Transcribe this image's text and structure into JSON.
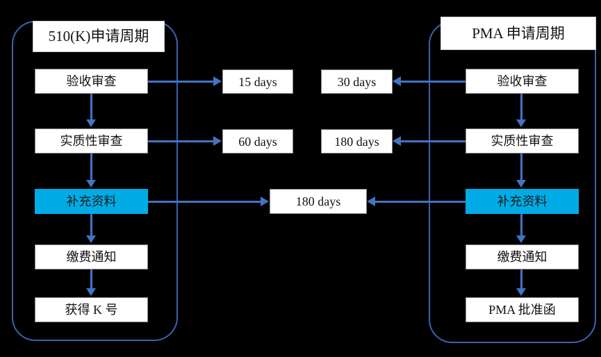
{
  "diagram": {
    "title_left": "510(K)申请周期",
    "title_right": "PMA 申请周期",
    "left_flow": [
      {
        "label": "验收审查",
        "highlight": false
      },
      {
        "label": "实质性审查",
        "highlight": false
      },
      {
        "label": "补充资料",
        "highlight": true
      },
      {
        "label": "缴费通知",
        "highlight": false
      },
      {
        "label": "获得 K 号",
        "highlight": false
      }
    ],
    "right_flow": [
      {
        "label": "验收审查",
        "highlight": false
      },
      {
        "label": "实质性审查",
        "highlight": false
      },
      {
        "label": "补充资料",
        "highlight": true
      },
      {
        "label": "缴费通知",
        "highlight": false
      },
      {
        "label": "PMA 批准函",
        "highlight": false
      }
    ],
    "durations": {
      "left_row1": "15 days",
      "right_row1": "30 days",
      "left_row2": "60 days",
      "right_row2": "180 days",
      "shared_row3": "180 days"
    },
    "colors": {
      "background": "#000000",
      "connector": "#4472C4",
      "frame_border": "#3A63B0",
      "highlight_fill": "#00ACE5",
      "node_fill": "#FFFFFF",
      "node_border": "#8A8A8A",
      "text": "#111111"
    }
  }
}
